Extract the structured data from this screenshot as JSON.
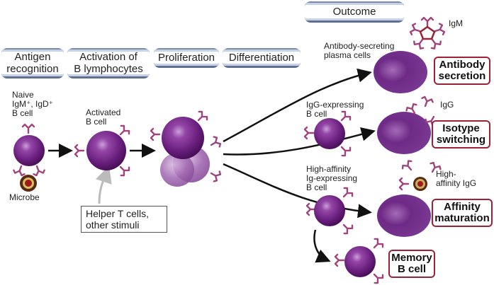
{
  "stages": {
    "antigen_recognition": "Antigen\nrecognition",
    "activation": "Activation of\nB lymphocytes",
    "proliferation": "Proliferation",
    "differentiation": "Differentiation",
    "outcome": "Outcome"
  },
  "cells": {
    "naive": "Naive\nIgM⁺, IgD⁺\nB cell",
    "microbe": "Microbe",
    "activated": "Activated\nB cell",
    "plasma": "Antibody-secreting\nplasma cells",
    "igg_expressing": "IgG-expressing\nB cell",
    "high_affinity": "High-affinity\nIg-expressing\nB cell"
  },
  "antibodies": {
    "igm": "IgM",
    "igg": "IgG",
    "high_affinity_igg": "High-\naffinity IgG"
  },
  "helper": "Helper T cells,\nother stimuli",
  "outcomes": {
    "antibody_secretion": "Antibody\nsecretion",
    "isotype_switching": "Isotype\nswitching",
    "affinity_maturation": "Affinity\nmaturation",
    "memory": "Memory\nB cell"
  },
  "colors": {
    "cell": "#7b2a8c",
    "receptor": "#a0447e",
    "outcome_border": "#9b2335",
    "stage_border": "#5e6f92"
  }
}
